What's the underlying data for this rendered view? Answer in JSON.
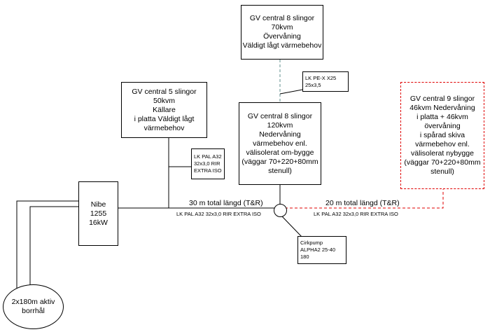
{
  "boxes": {
    "top": {
      "lines": [
        "GV central 8 slingor",
        "70kvm",
        "Övervåning",
        "Väldigt lågt värmebehov"
      ]
    },
    "lk_pex": {
      "lines": [
        "LK PE-X X25",
        "25x3,5"
      ]
    },
    "basement": {
      "lines": [
        "GV central 5 slingor",
        "50kvm",
        "Källare",
        "i platta Väldigt lågt",
        "värmebehov"
      ]
    },
    "lk_pal": {
      "lines": [
        "LK PAL A32",
        "32x3,0 RIR",
        "EXTRA ISO"
      ]
    },
    "middle": {
      "lines": [
        "GV central 8 slingor",
        "120kvm",
        "Nedervåning",
        "värmebehov enl.",
        "välisolerat om-bygge",
        "(väggar 70+220+80mm",
        "stenull)"
      ]
    },
    "right": {
      "lines": [
        "GV central 9 slingor",
        "46kvm Nedervåning",
        "i platta + 46kvm",
        "övervåning",
        "i spårad skiva",
        "värmebehov enl.",
        "välisolerat nybygge",
        "(väggar 70+220+80mm",
        "stenull)"
      ]
    },
    "nibe": {
      "lines": [
        "Nibe",
        "1255",
        "16kW"
      ]
    },
    "pump": {
      "lines": [
        "Cirkpump",
        "ALPHA2 25-40",
        "180"
      ]
    },
    "borehole": {
      "lines": [
        "2x180m aktiv",
        "borrhål"
      ]
    }
  },
  "pipe_labels": {
    "left_length": "30 m total längd (T&R)",
    "left_spec": "LK PAL A32 32x3,0 RIR EXTRA ISO",
    "right_length": "20 m total längd (T&R)",
    "right_spec": "LK PAL A32 32x3,0 RIR EXTRA ISO"
  },
  "colors": {
    "line": "#000000",
    "dashed_red": "#e00000",
    "dashed_teal": "#5f8f8c"
  }
}
